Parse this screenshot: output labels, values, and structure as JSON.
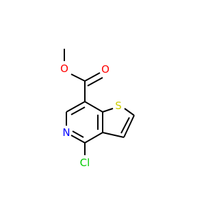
{
  "molecule": {
    "atoms": {
      "carbonyl_oxygen": {
        "label": "O",
        "color": "#ff0000"
      },
      "ester_oxygen": {
        "label": "O",
        "color": "#ff0000"
      },
      "sulfur": {
        "label": "S",
        "color": "#cccc00"
      },
      "nitrogen": {
        "label": "N",
        "color": "#0000ff"
      },
      "chlorine": {
        "label": "Cl",
        "color": "#00cc00"
      }
    },
    "bond_color": "#000000"
  }
}
